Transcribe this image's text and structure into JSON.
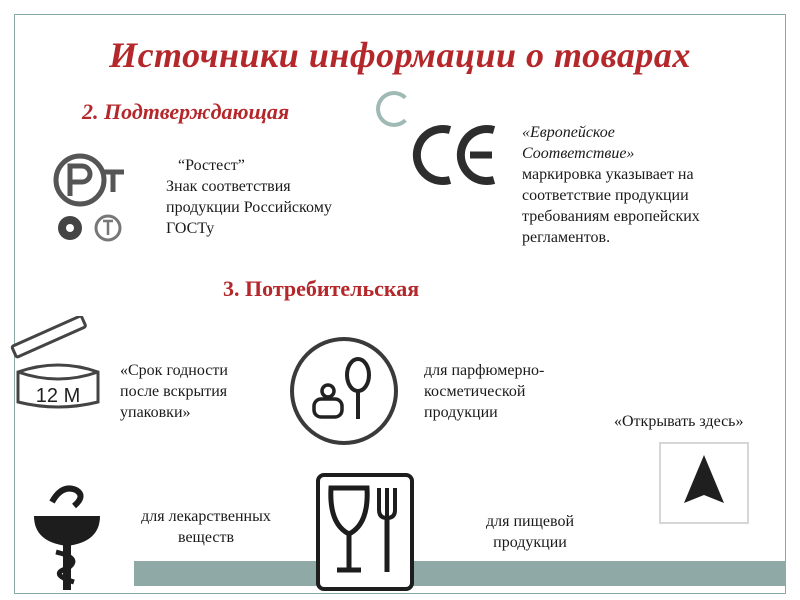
{
  "title": "Источники информации о товарах",
  "section2": {
    "heading": "2. Подтверждающая",
    "rostest": {
      "lines": [
        "“Ростест”",
        "Знак соответствия",
        "продукции Российскому",
        "ГОСТу"
      ]
    },
    "ce": {
      "lines": [
        "«Европейское",
        "Соответствие»",
        "маркировка указывает на",
        "соответствие продукции",
        "требованиям европейских",
        "регламентов."
      ]
    }
  },
  "section3": {
    "heading": "3. Потребительская",
    "shelf_life": {
      "icon_label": "12 M",
      "lines": [
        "«Срок годности",
        "после вскрытия",
        "упаковки»"
      ]
    },
    "cosmetics": {
      "lines": [
        "для парфюмерно-",
        "косметической",
        "продукции"
      ]
    },
    "open_here": {
      "text": "«Открывать здесь»"
    },
    "medicine": {
      "lines": [
        "для лекарственных",
        "веществ"
      ]
    },
    "food": {
      "lines": [
        "для пищевой",
        "продукции"
      ]
    }
  }
}
